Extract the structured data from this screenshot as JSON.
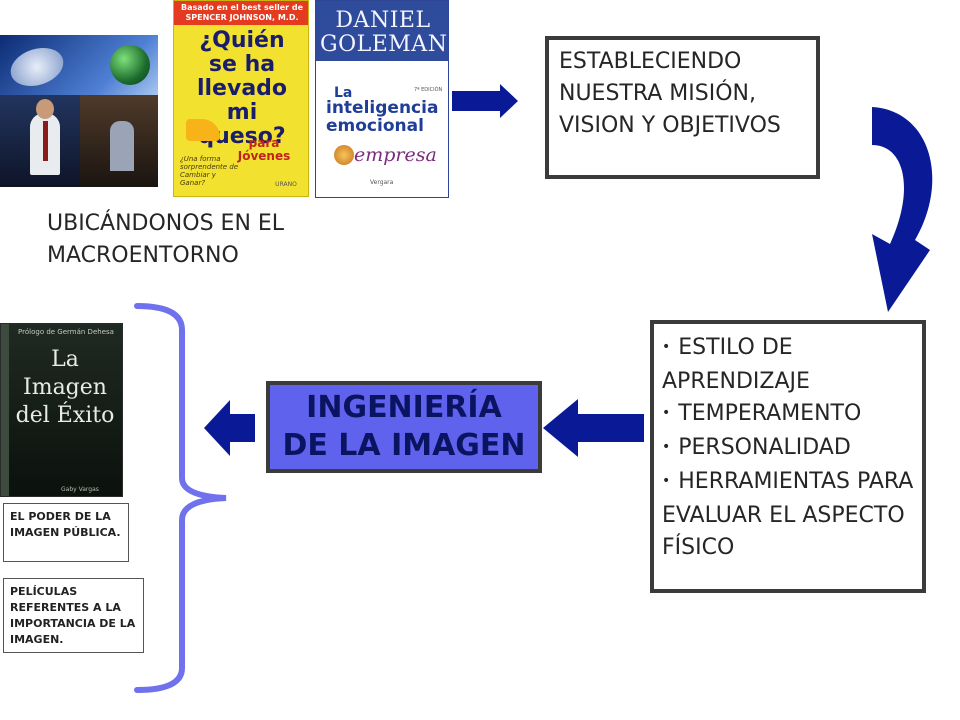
{
  "caption_macro": "UBICÁNDONOS EN EL MACROENTORNO",
  "box_mision": "ESTABLECIENDO NUESTRA MISIÓN, VISION Y OBJETIVOS",
  "box_estilo": {
    "items": [
      "ESTILO DE APRENDIZAJE",
      "TEMPERAMENTO",
      "PERSONALIDAD",
      "HERRAMIENTAS PARA EVALUAR EL ASPECTO FÍSICO"
    ]
  },
  "center_box": {
    "line1": "INGENIERÍA",
    "line2": "DE LA IMAGEN"
  },
  "notes": {
    "note1": "EL PODER DE LA IMAGEN PÚBLICA.",
    "note2": "PELÍCULAS REFERENTES A LA IMPORTANCIA DE LA IMAGEN."
  },
  "book_quien": {
    "tagline": "Basado en el best seller de SPENCER JOHNSON, M.D.",
    "title": "¿Quién se ha llevado mi queso?",
    "subtitle": "para Jóvenes",
    "blurb": "¿Una forma sorprendente de Cambiar y Ganar?",
    "publisher": "URANO"
  },
  "book_goleman": {
    "author": "DANIEL GOLEMAN",
    "title_1": "La",
    "title_2": "inteligencia emocional",
    "title_3": "empresa",
    "edition": "7ª EDICIÓN",
    "publisher": "Vergara"
  },
  "book_imagen": {
    "prologo": "Prólogo de Germán Dehesa",
    "title": "La Imagen del Éxito",
    "author": "Gaby Vargas"
  },
  "colors": {
    "arrow_blue": "#0a1a96",
    "center_fill": "#5f62ec",
    "brace": "#6f72ec",
    "box_border": "#3b3b3b"
  }
}
